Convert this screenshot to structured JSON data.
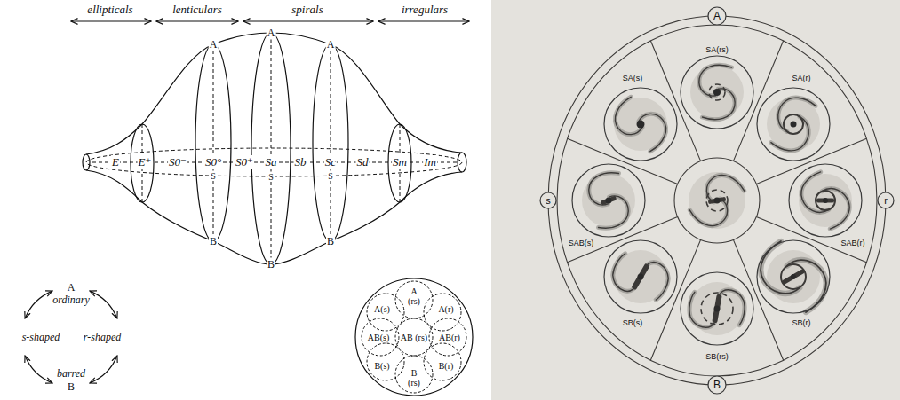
{
  "diagram": {
    "nodes": [
      {
        "text": [
          "A (rs)"
        ]
      },
      {
        "text": [
          "A(s)"
        ]
      },
      {
        "text": [
          "A(r)"
        ]
      },
      {
        "text": [
          "AB(s)"
        ]
      },
      {
        "text": [
          "AB (rs)"
        ]
      },
      {
        "text": [
          "AB(r)"
        ]
      },
      {
        "text": [
          "B(s)"
        ]
      },
      {
        "text": [
          "B(r)"
        ]
      },
      {
        "text": [
          "B (rs)"
        ]
      },
      {
        "text": [
          "A"
        ]
      },
      {
        "text": [
          "SA(rs)"
        ]
      },
      {
        "text": [
          "SA(s)"
        ]
      },
      {
        "text": [
          "SA(r)"
        ]
      },
      {
        "text": [
          "s"
        ]
      },
      {
        "text": [
          "SAB(s)"
        ]
      },
      {
        "text": [
          "SAB(r)"
        ]
      },
      {
        "text": [
          "r"
        ]
      },
      {
        "text": [
          "SB(s)"
        ]
      },
      {
        "text": [
          "SB(rs)"
        ]
      },
      {
        "text": [
          "SB(r)"
        ]
      },
      {
        "text": [
          "B"
        ]
      }
    ],
    "labels": [
      "ellipticals",
      "lenticulars",
      "spirals",
      "irregulars",
      "A",
      "A",
      "A",
      "E",
      "E⁺",
      "S0⁻",
      "S0°",
      "S0⁺",
      "Sa",
      "Sb",
      "Sc",
      "Sd",
      "Sm",
      "Im",
      "S",
      "S",
      "S",
      "B",
      "B",
      "B",
      "A",
      "ordinary",
      "s-shaped",
      "r-shaped",
      "barred",
      "B"
    ]
  }
}
